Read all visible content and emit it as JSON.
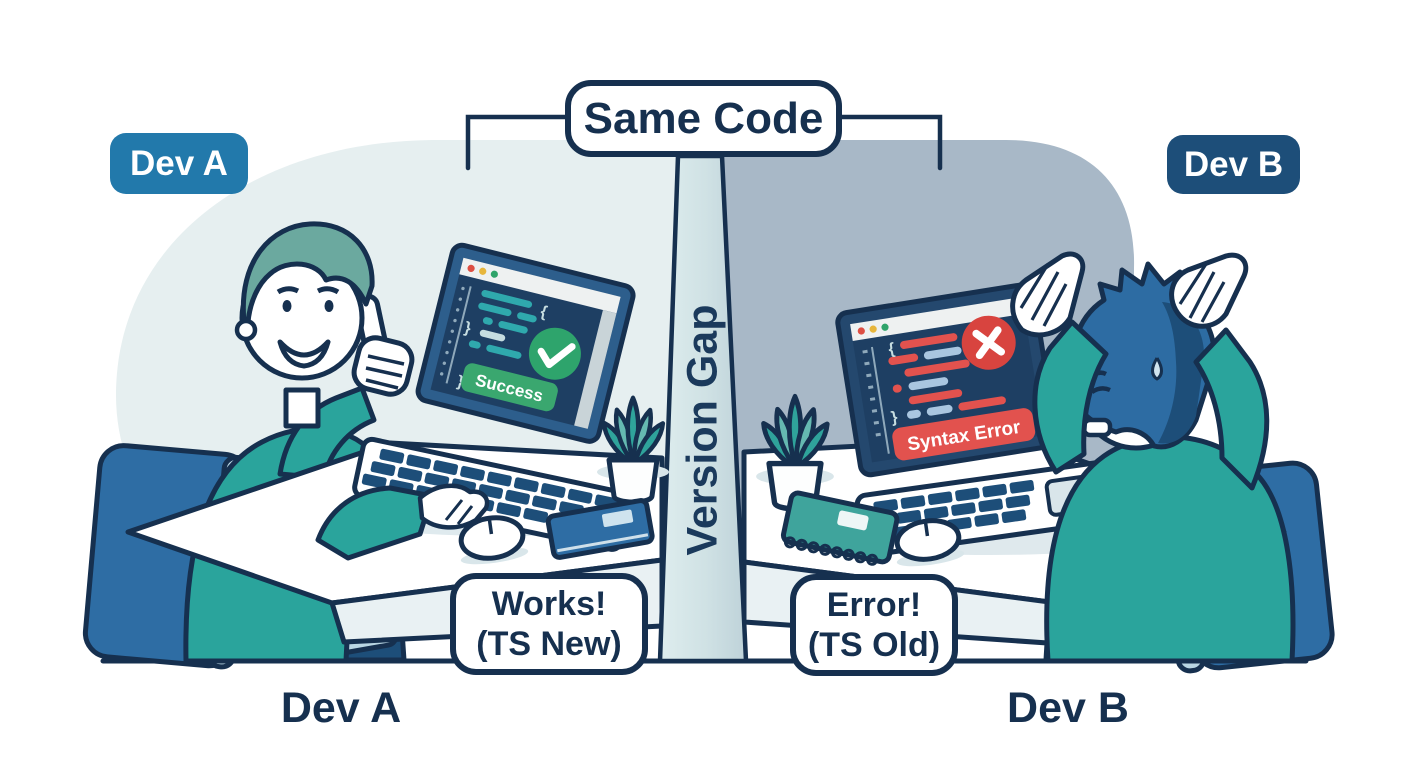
{
  "scene": {
    "top_label": "Same Code",
    "divider_label": "Version Gap",
    "badge_left": "Dev A",
    "badge_right": "Dev B",
    "footer_left": "Dev A",
    "footer_right": "Dev B"
  },
  "left": {
    "bubble_line1": "Works!",
    "bubble_line2": "(TS New)",
    "screen_status": "Success",
    "code_open_brace": "{",
    "code_close_brace": "}"
  },
  "right": {
    "bubble_line1": "Error!",
    "bubble_line2": "(TS Old)",
    "screen_status": "Syntax Error",
    "code_open_brace": "{",
    "code_close_brace": "}"
  },
  "icons": {
    "left_status": "check-icon",
    "right_status": "x-icon",
    "window_controls": "traffic-lights-icon",
    "thumbs_up": "thumbs-up-icon"
  },
  "colors": {
    "outline_navy": "#16304f",
    "badge_dev_a_blue": "#2279ab",
    "badge_dev_b_navy": "#1d4e79",
    "teal_sweater": "#2aa49c",
    "success_green": "#3aa76f",
    "error_red": "#e2524e",
    "screen_navy": "#1e3f63",
    "left_bg_blob": "#e6eff0",
    "right_bg_blob": "#a8b8c7",
    "chair_blue": "#2e6da4"
  }
}
